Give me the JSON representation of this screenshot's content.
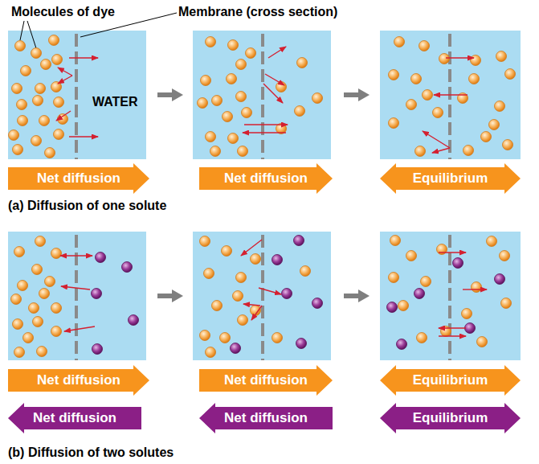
{
  "diagram": {
    "nodes": [
      {
        "text": [
          "WATER"
        ]
      },
      {
        "text": [
          "Net diffusion"
        ]
      },
      {
        "text": [
          "Net diffusion"
        ]
      },
      {
        "text": [
          "Equilibrium"
        ]
      },
      {
        "text": [
          "Net diffusion"
        ]
      },
      {
        "text": [
          "Net diffusion"
        ]
      },
      {
        "text": [
          "Equilibrium"
        ]
      },
      {
        "text": [
          "Net diffusion"
        ]
      },
      {
        "text": [
          "Net diffusion"
        ]
      },
      {
        "text": [
          "Equilibrium"
        ]
      }
    ],
    "labels": [
      "Molecules of dye",
      "Membrane (cross section)",
      "(a) Diffusion of one solute",
      "(b) Diffusion of two solutes"
    ]
  }
}
